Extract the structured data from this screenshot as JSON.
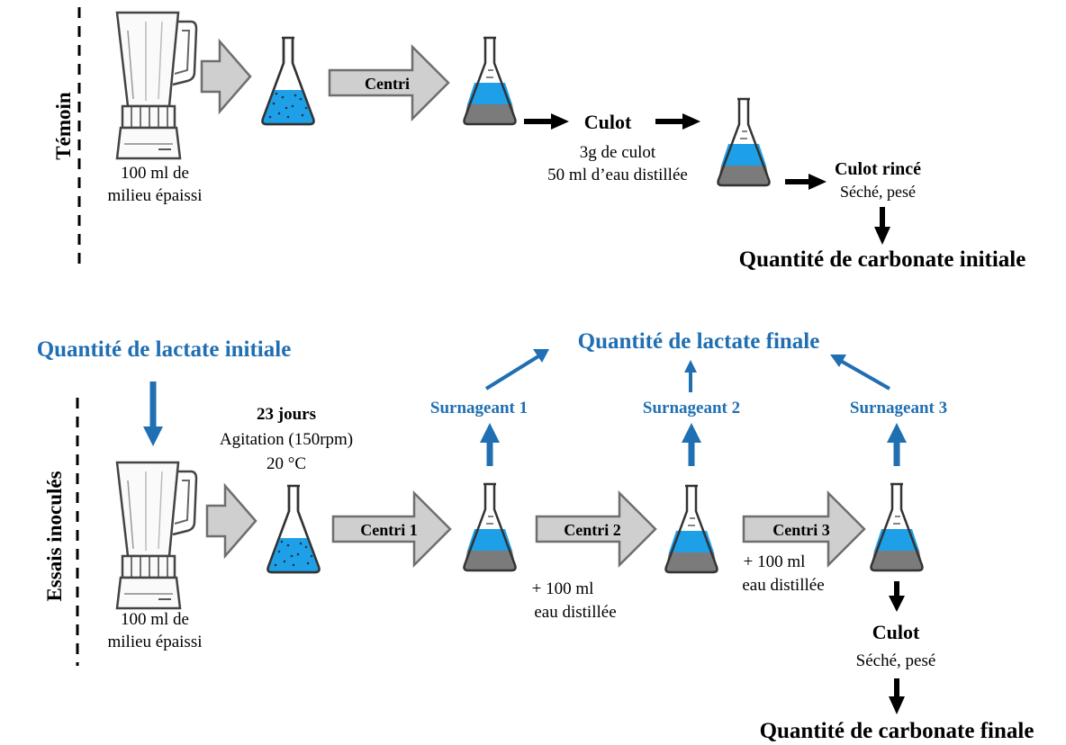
{
  "colors": {
    "liquid": "#1ea0e8",
    "pellet": "#7b7b7b",
    "accent_blue": "#1f6fb2",
    "arrow_fill": "#cfcfcf",
    "arrow_stroke": "#6e6e6e"
  },
  "top": {
    "side_label": "Témoin",
    "blender_caption_1": "100 ml de",
    "blender_caption_2": "milieu épaissi",
    "centri_label": "Centri",
    "culot_title": "Culot",
    "culot_line_1": "3g de culot",
    "culot_line_2": "50 ml d’eau distillée",
    "culot_rince_title": "Culot rincé",
    "culot_rince_sub": "Séché, pesé",
    "result": "Quantité de carbonate initiale"
  },
  "bottom": {
    "side_label": "Essais inoculés",
    "lactate_initial": "Quantité de lactate initiale",
    "lactate_final": "Quantité de lactate finale",
    "incubation_title": "23 jours",
    "incubation_line_1": "Agitation (150rpm)",
    "incubation_line_2": "20 °C",
    "blender_caption_1": "100 ml de",
    "blender_caption_2": "milieu épaissi",
    "centri_1": "Centri 1",
    "centri_2": "Centri 2",
    "centri_3": "Centri 3",
    "surnageant_1": "Surnageant 1",
    "surnageant_2": "Surnageant 2",
    "surnageant_3": "Surnageant 3",
    "rinse_1_line_1": "+ 100 ml",
    "rinse_1_line_2": "eau distillée",
    "rinse_2_line_1": "+ 100 ml",
    "rinse_2_line_2": "eau distillée",
    "culot_title": "Culot",
    "culot_sub": "Séché, pesé",
    "result": "Quantité de carbonate finale"
  }
}
